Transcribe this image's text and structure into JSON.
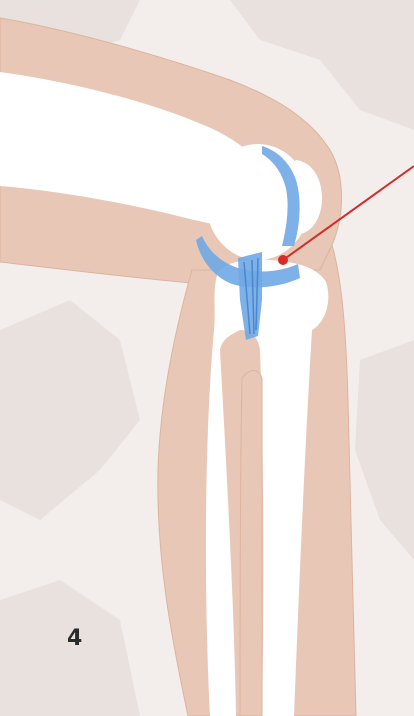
{
  "page": {
    "number": "4"
  },
  "colors": {
    "background": "#f3eeec",
    "background_texture": "#e9e1dd",
    "skin": "#e8c7b6",
    "skin_outline": "#dcb4a0",
    "bone": "#ffffff",
    "ligament": "#6fa8e4",
    "ligament_dark": "#4a87cf",
    "pointer": "#d62b2b",
    "text": "#2b2b2b"
  },
  "diagram": {
    "subject": "knee-joint-side-view",
    "callout_marker": "red-dot-with-leader-line"
  }
}
